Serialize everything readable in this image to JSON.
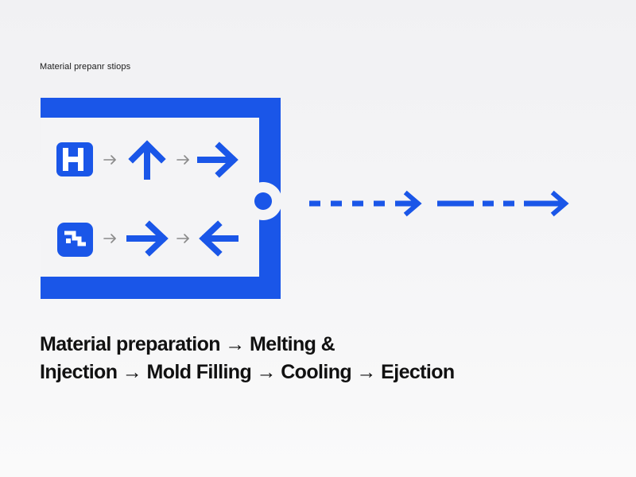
{
  "header": {
    "small_title": "Material prepanr stiops"
  },
  "colors": {
    "accent": "#1a56e8",
    "connector": "#8a8a8a",
    "panel": "#f4f4f6"
  },
  "icons": {
    "row1": [
      "h-block-icon",
      "arrow-up-icon",
      "arrow-right-icon"
    ],
    "row2": [
      "zigzag-block-icon",
      "arrow-right-icon",
      "arrow-left-icon"
    ],
    "outlet": [
      "dashed-arrow-right-icon",
      "dashed-arrow-right-icon"
    ]
  },
  "caption": {
    "line1": "Material preparation → Melting &",
    "line2": "Injection → Mold Filling → Cooling → Ejection"
  }
}
